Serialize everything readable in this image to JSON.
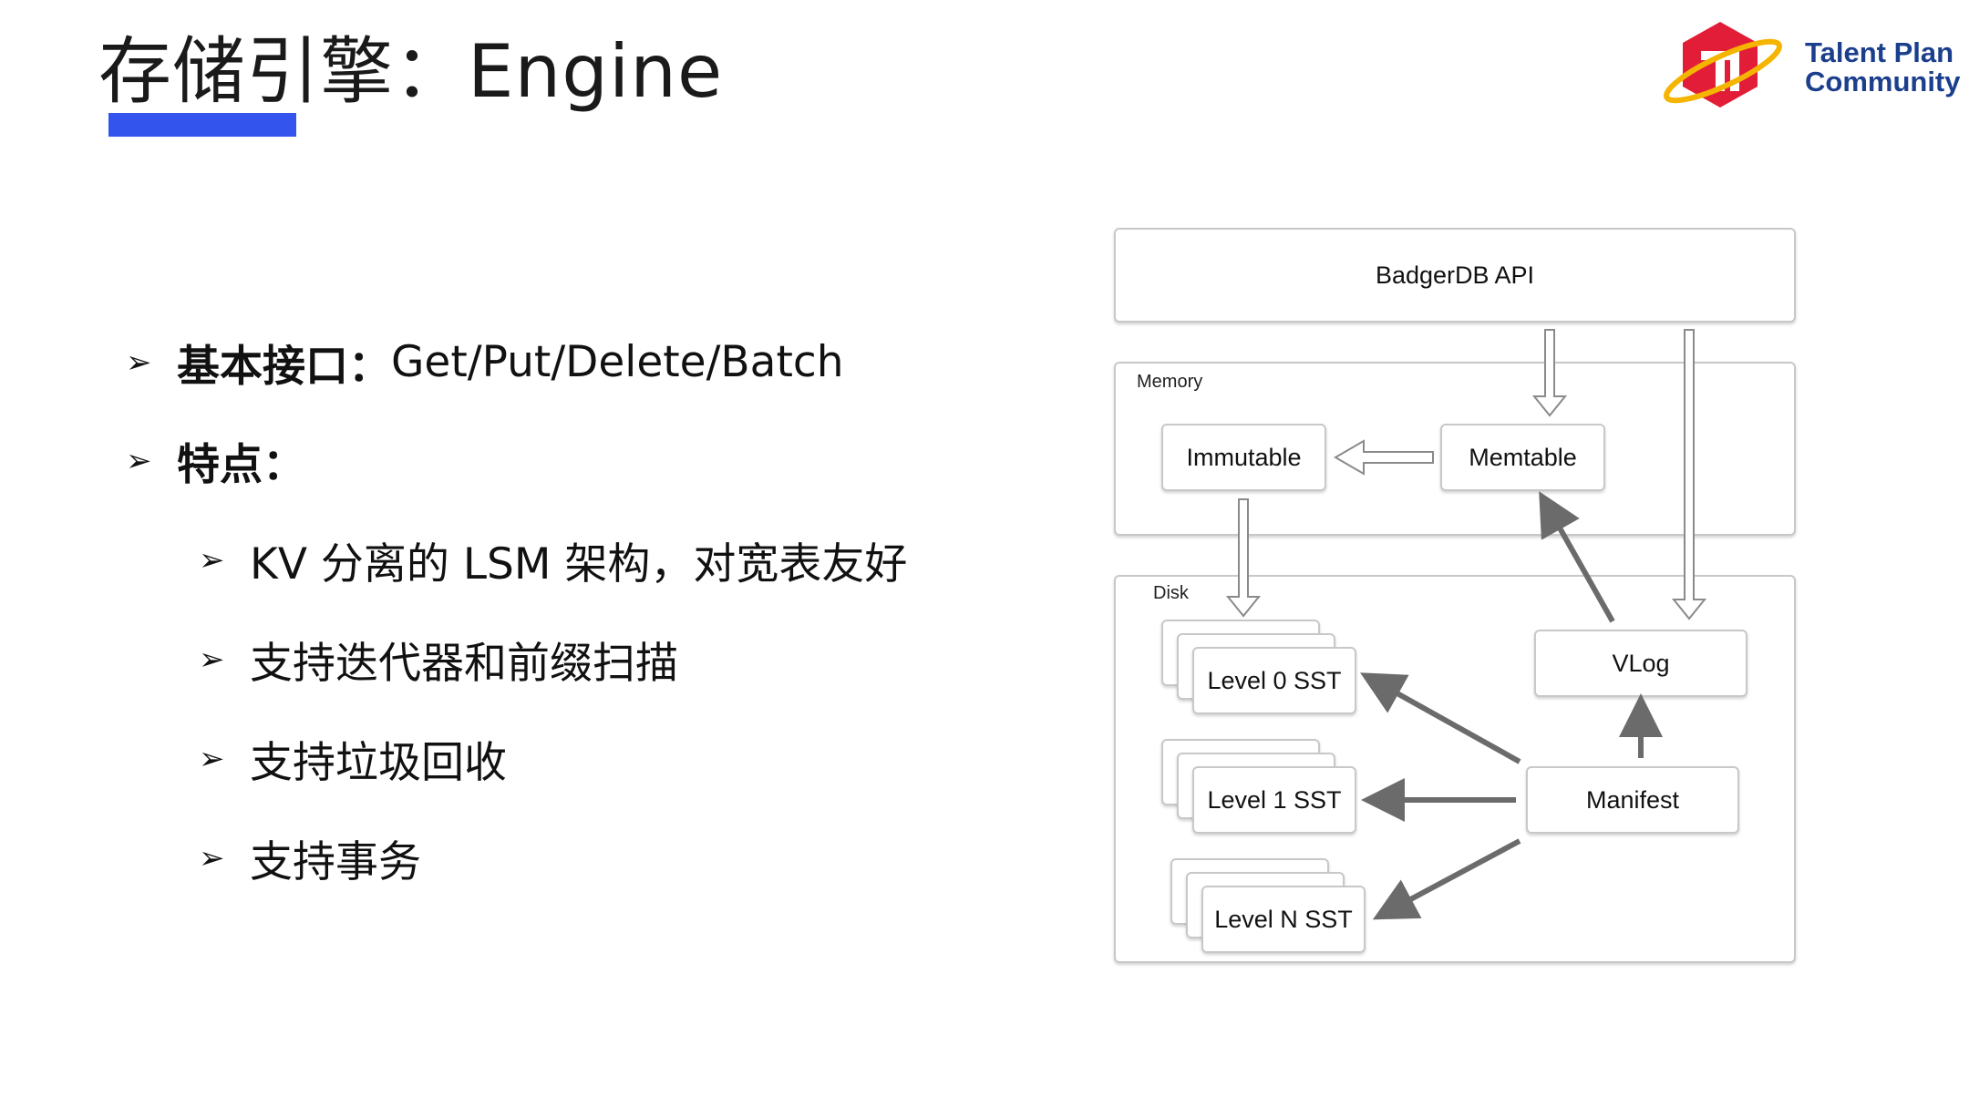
{
  "header": {
    "title": "存储引擎：Engine",
    "accent_color": "#3355ee"
  },
  "logo": {
    "line1": "Talent Plan",
    "line2": "Community",
    "mark_color": "#e21d38",
    "ring_color": "#f5b400"
  },
  "bullets": [
    {
      "level": 1,
      "label": "基本接口：",
      "text": " Get/Put/Delete/Batch"
    },
    {
      "level": 1,
      "label": "特点：",
      "text": ""
    },
    {
      "level": 2,
      "label": "",
      "text": "KV 分离的 LSM 架构，对宽表友好"
    },
    {
      "level": 2,
      "label": "",
      "text": "支持迭代器和前缀扫描"
    },
    {
      "level": 2,
      "label": "",
      "text": "支持垃圾回收"
    },
    {
      "level": 2,
      "label": "",
      "text": "支持事务"
    }
  ],
  "bullet_glyph": "➢",
  "diagram": {
    "api": "BadgerDB API",
    "memory_label": "Memory",
    "disk_label": "Disk",
    "immutable": "Immutable",
    "memtable": "Memtable",
    "vlog": "VLog",
    "manifest": "Manifest",
    "level0": "Level 0 SST",
    "level1": "Level 1 SST",
    "levelN": "Level N SST"
  }
}
